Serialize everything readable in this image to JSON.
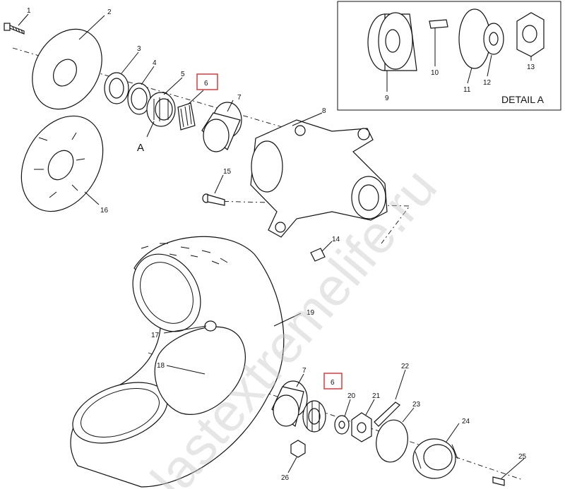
{
  "callouts": {
    "c1": "1",
    "c2": "2",
    "c3": "3",
    "c4": "4",
    "c5": "5",
    "c6": "6",
    "c7": "7",
    "c8": "8",
    "c9": "9",
    "c10": "10",
    "c11": "11",
    "c12": "12",
    "c13": "13",
    "c14": "14",
    "c15": "15",
    "c16": "16",
    "c17": "17",
    "c18": "18",
    "c19": "19",
    "c20": "20",
    "c21": "21",
    "c22": "22",
    "c23": "23",
    "c24": "24",
    "c25": "25",
    "c26": "26",
    "c6b": "6",
    "c7b": "7"
  },
  "detail": {
    "title": "DETAIL A",
    "ref": "A"
  },
  "watermark": "lastextremelife.ru",
  "colors": {
    "highlight": "#d23030",
    "line": "#111111",
    "watermark": "#c8c8c8"
  }
}
